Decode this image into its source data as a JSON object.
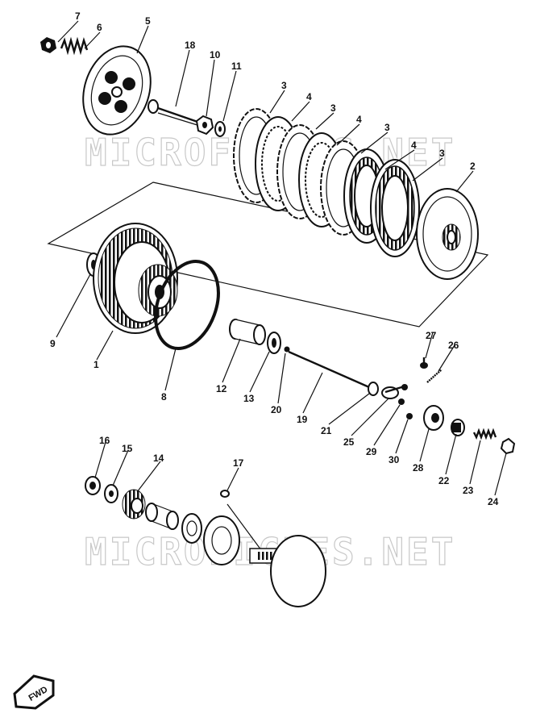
{
  "watermark": {
    "text_top": "MICROFICHES.NET",
    "text_bottom": "MICROFICHES.NET"
  },
  "badge": {
    "text": "FWD"
  },
  "callouts": [
    {
      "id": "c7",
      "label": "7"
    },
    {
      "id": "c6",
      "label": "6"
    },
    {
      "id": "c5",
      "label": "5"
    },
    {
      "id": "c18",
      "label": "18"
    },
    {
      "id": "c10",
      "label": "10"
    },
    {
      "id": "c11",
      "label": "11"
    },
    {
      "id": "c3a",
      "label": "3"
    },
    {
      "id": "c4a",
      "label": "4"
    },
    {
      "id": "c3b",
      "label": "3"
    },
    {
      "id": "c4b",
      "label": "4"
    },
    {
      "id": "c3c",
      "label": "3"
    },
    {
      "id": "c4c",
      "label": "4"
    },
    {
      "id": "c3d",
      "label": "3"
    },
    {
      "id": "c2",
      "label": "2"
    },
    {
      "id": "c9",
      "label": "9"
    },
    {
      "id": "c1",
      "label": "1"
    },
    {
      "id": "c8",
      "label": "8"
    },
    {
      "id": "c12",
      "label": "12"
    },
    {
      "id": "c13",
      "label": "13"
    },
    {
      "id": "c20",
      "label": "20"
    },
    {
      "id": "c19",
      "label": "19"
    },
    {
      "id": "c21",
      "label": "21"
    },
    {
      "id": "c27",
      "label": "27"
    },
    {
      "id": "c26",
      "label": "26"
    },
    {
      "id": "c25",
      "label": "25"
    },
    {
      "id": "c29",
      "label": "29"
    },
    {
      "id": "c30",
      "label": "30"
    },
    {
      "id": "c28",
      "label": "28"
    },
    {
      "id": "c22",
      "label": "22"
    },
    {
      "id": "c23",
      "label": "23"
    },
    {
      "id": "c24",
      "label": "24"
    },
    {
      "id": "c16",
      "label": "16"
    },
    {
      "id": "c15",
      "label": "15"
    },
    {
      "id": "c14",
      "label": "14"
    },
    {
      "id": "c17",
      "label": "17"
    }
  ]
}
